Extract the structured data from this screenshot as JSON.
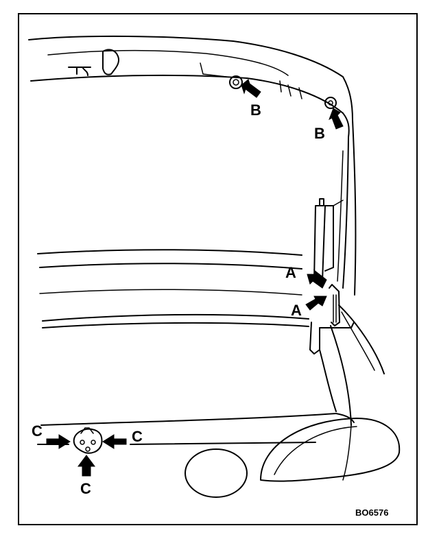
{
  "labels": {
    "b_top": "B",
    "b_right": "B",
    "a_upper": "A",
    "a_lower": "A",
    "c_left": "C",
    "c_right": "C",
    "c_bottom": "C"
  },
  "figure_code": "BO6576"
}
